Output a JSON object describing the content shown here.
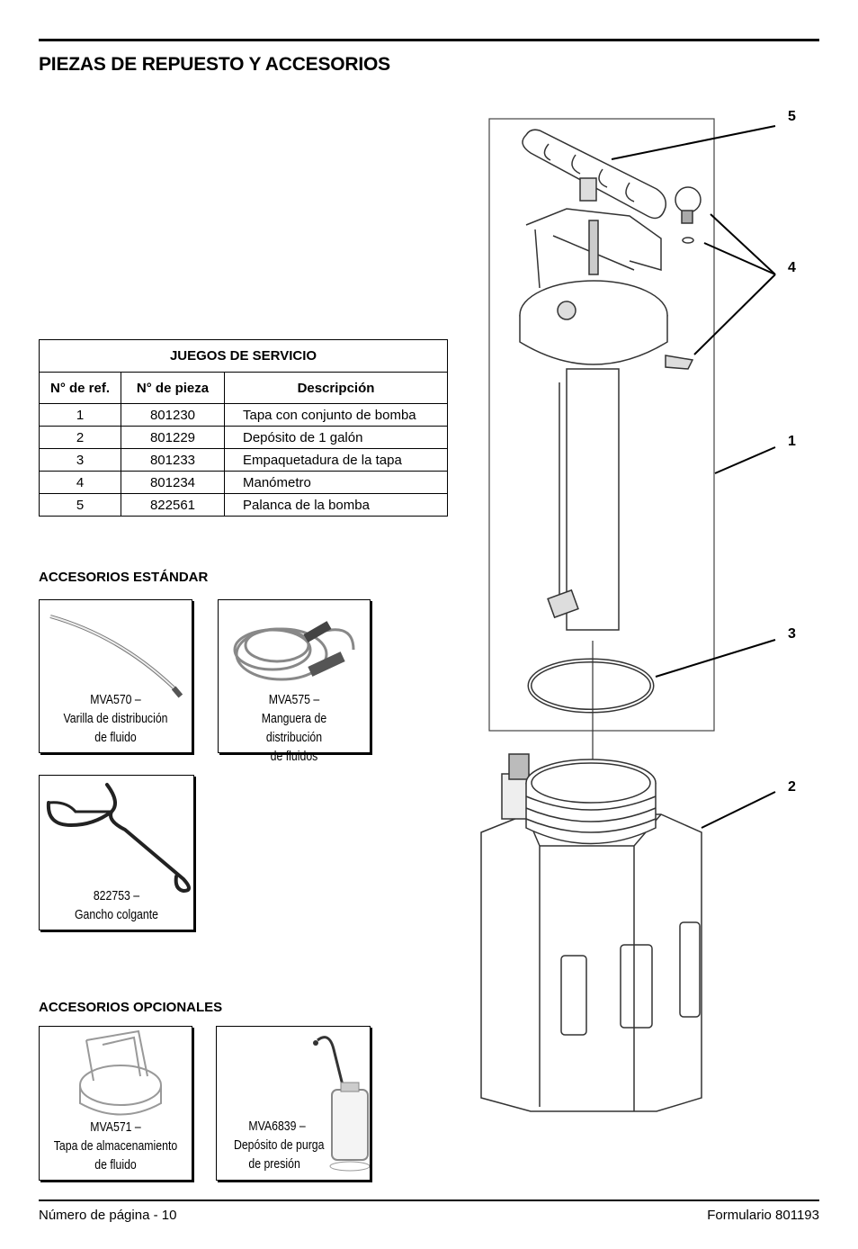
{
  "page": {
    "title": "PIEZAS DE REPUESTO Y ACCESORIOS"
  },
  "service_kits": {
    "caption": "JUEGOS DE SERVICIO",
    "columns": [
      "N° de ref.",
      "N° de pieza",
      "Descripción"
    ],
    "rows": [
      {
        "ref": "1",
        "part": "801230",
        "desc": "Tapa con conjunto de bomba"
      },
      {
        "ref": "2",
        "part": "801229",
        "desc": "Depósito de 1 galón"
      },
      {
        "ref": "3",
        "part": "801233",
        "desc": "Empaquetadura de la tapa"
      },
      {
        "ref": "4",
        "part": "801234",
        "desc": "Manómetro"
      },
      {
        "ref": "5",
        "part": "822561",
        "desc": "Palanca de la bomba"
      }
    ]
  },
  "standard": {
    "heading": "ACCESORIOS ESTÁNDAR",
    "items": [
      {
        "line1": "MVA570 –",
        "line2": "Varilla de distribución",
        "line3": "de fluido"
      },
      {
        "line1": "MVA575 –",
        "line2": "Manguera de distribución",
        "line3": "de fluidos"
      },
      {
        "line1": "822753 –",
        "line2": "Gancho colgante",
        "line3": ""
      }
    ]
  },
  "optional": {
    "heading": "ACCESORIOS OPCIONALES",
    "items": [
      {
        "line1": "MVA571 –",
        "line2": "Tapa de almacenamiento",
        "line3": "de fluido"
      },
      {
        "line1": "MVA6839 –",
        "line2": "Depósito de purga",
        "line3": "de presión"
      }
    ]
  },
  "diagram": {
    "callouts": [
      "5",
      "4",
      "1",
      "3",
      "2"
    ]
  },
  "footer": {
    "left": "Número de página - 10",
    "right": "Formulario 801193"
  }
}
